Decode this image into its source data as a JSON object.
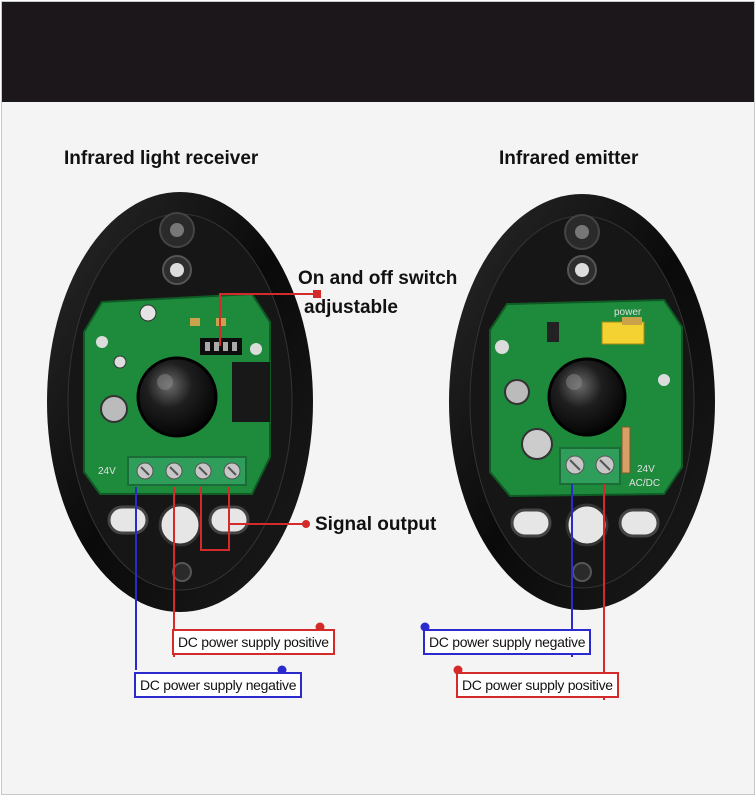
{
  "receiver": {
    "title": "Infrared light receiver",
    "terminal_voltage": "24V",
    "callout_switch_line1": "On and off switch",
    "callout_switch_line2": "adjustable",
    "callout_signal": "Signal output",
    "label_positive": "DC power supply positive",
    "label_negative": "DC power supply negative"
  },
  "emitter": {
    "title": "Infrared emitter",
    "board_power_text": "power",
    "terminal_voltage": "24V",
    "terminal_type": "AC/DC",
    "label_negative": "DC power supply negative",
    "label_positive": "DC power supply positive"
  },
  "colors": {
    "positive_wire": "#d42a2a",
    "negative_wire": "#2a2acd",
    "housing": "#111111",
    "pcb": "#1e8a3c",
    "terminal_block": "#2f9e5a"
  }
}
